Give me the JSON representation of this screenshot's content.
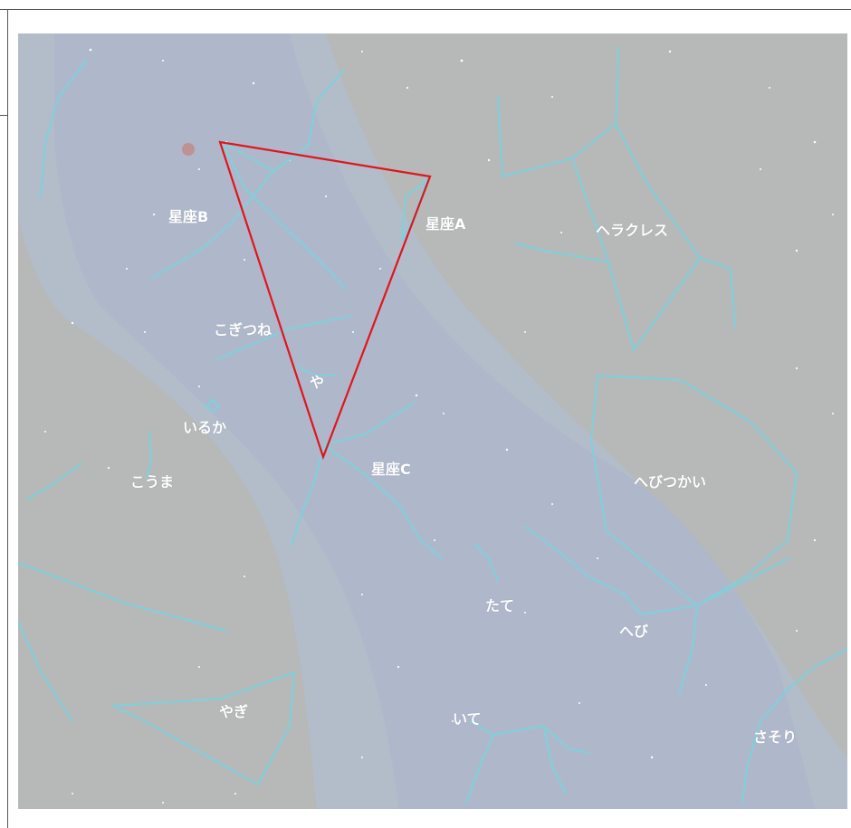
{
  "constellation_labels": {
    "star_a": "星座A",
    "star_b": "星座B",
    "star_c": "星座C",
    "hercules": "ヘラクレス",
    "vulpecula": "こぎつね",
    "sagitta": "や",
    "delphinus": "いるか",
    "equuleus": "こうま",
    "ophiuchus": "へびつかい",
    "scutum": "たて",
    "serpens": "へび",
    "capricornus": "やぎ",
    "sagittarius": "いて",
    "scorpius": "さそり"
  },
  "colors": {
    "sky_gray": "#b6b9b8",
    "milky_way": "#b3bccb",
    "constellation_line": "#7fd0dd",
    "triangle": "#e0151d",
    "label": "#ffffff"
  }
}
